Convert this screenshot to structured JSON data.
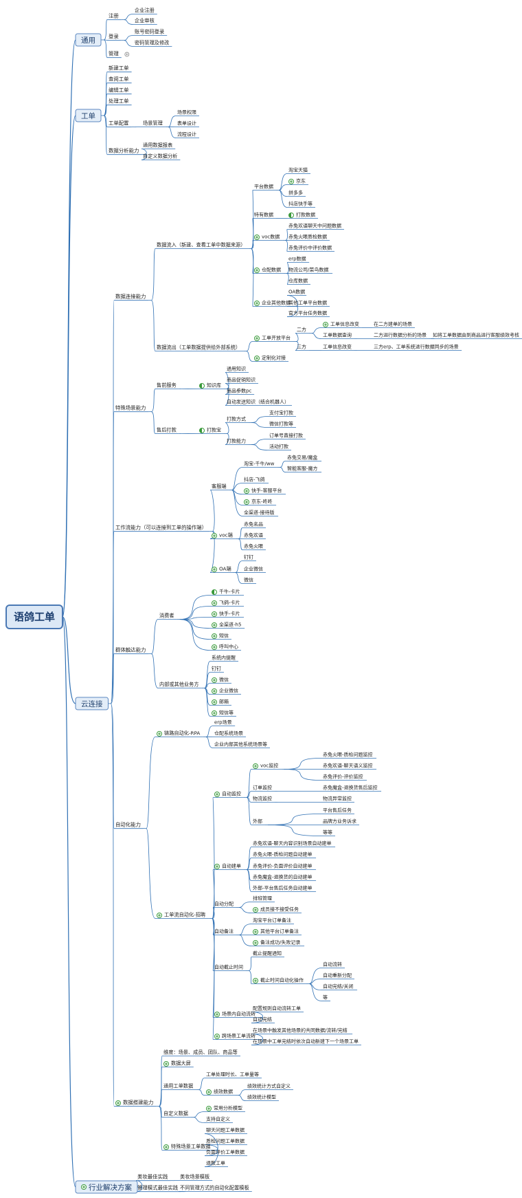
{
  "root": "语鸽工单",
  "branches": [
    {
      "label": "通用",
      "children": [
        {
          "label": "注册",
          "children": [
            {
              "label": "企业注册"
            },
            {
              "label": "企业审核"
            }
          ]
        },
        {
          "label": "登录",
          "children": [
            {
              "label": "账号密码登录"
            },
            {
              "label": "密码管理及修改"
            }
          ]
        },
        {
          "label": "管理",
          "collapsed": true
        }
      ]
    },
    {
      "label": "工单",
      "children": [
        {
          "label": "新建工单"
        },
        {
          "label": "查阅工单"
        },
        {
          "label": "编辑工单"
        },
        {
          "label": "处理工单"
        },
        {
          "label": "工单配置",
          "children": [
            {
              "label": "场景管理",
              "children": [
                {
                  "label": "场景权限"
                },
                {
                  "label": "表单设计"
                },
                {
                  "label": "流程设计"
                }
              ]
            }
          ]
        },
        {
          "label": "数据分析能力",
          "children": [
            {
              "label": "通用数据报表"
            },
            {
              "label": "自定义数据分析"
            }
          ]
        }
      ]
    },
    {
      "label": "云连接",
      "children": [
        {
          "label": "数据连接能力",
          "children": [
            {
              "label": "数据流入（新建、查看工单中数据来源）",
              "children": [
                {
                  "label": "平台数据",
                  "children": [
                    {
                      "label": "淘宝天猫"
                    },
                    {
                      "label": "京东",
                      "icon": "plus"
                    },
                    {
                      "label": "拼多多"
                    },
                    {
                      "label": "抖店快手等"
                    }
                  ]
                },
                {
                  "label": "特有数据",
                  "children": [
                    {
                      "label": "打款数据",
                      "icon": "half"
                    }
                  ]
                },
                {
                  "label": "voc数据",
                  "icon": "plus",
                  "children": [
                    {
                      "label": "赤兔欢语聊天中问题数据"
                    },
                    {
                      "label": "赤兔火眼质检数据"
                    },
                    {
                      "label": "赤兔评价中评价数据"
                    }
                  ]
                },
                {
                  "label": "仓配数据",
                  "icon": "plus",
                  "children": [
                    {
                      "label": "erp数据"
                    },
                    {
                      "label": "物流公司/菜鸟数据"
                    },
                    {
                      "label": "仓库数据"
                    }
                  ]
                },
                {
                  "label": "企业其他数据",
                  "icon": "plus",
                  "children": [
                    {
                      "label": "OA数据"
                    },
                    {
                      "label": "其他工单平台数据"
                    },
                    {
                      "label": "官方平台任务数据"
                    }
                  ]
                }
              ]
            },
            {
              "label": "数据流出（工单数据提供给外部系统）",
              "children": [
                {
                  "label": "工单开放平台",
                  "icon": "plus",
                  "children": [
                    {
                      "label": "二方",
                      "children": [
                        {
                          "label": "工单信息改变",
                          "icon": "plus",
                          "children": [
                            {
                              "label": "在二方建单的场景"
                            }
                          ]
                        },
                        {
                          "label": "工单数据查询",
                          "children": [
                            {
                              "label": "二方进行数据分析的场景",
                              "children": [
                                {
                                  "label": "如将工单数据由到商品进行客服绩效考核"
                                }
                              ]
                            }
                          ]
                        }
                      ]
                    },
                    {
                      "label": "三方",
                      "children": [
                        {
                          "label": "工单信息改变",
                          "children": [
                            {
                              "label": "三方erp、工单系统进行数据同步的场景"
                            }
                          ]
                        }
                      ]
                    }
                  ]
                },
                {
                  "label": "定制化对接",
                  "icon": "plus"
                }
              ]
            }
          ]
        },
        {
          "label": "特殊场景能力",
          "children": [
            {
              "label": "售前服务",
              "children": [
                {
                  "label": "知识库",
                  "icon": "half",
                  "children": [
                    {
                      "label": "通用知识"
                    },
                    {
                      "label": "商品促销知识"
                    },
                    {
                      "label": "商品参数pc"
                    },
                    {
                      "label": "自动发送知识（结合机器人）"
                    }
                  ]
                }
              ]
            },
            {
              "label": "售后打款",
              "children": [
                {
                  "label": "打款宝",
                  "icon": "half",
                  "children": [
                    {
                      "label": "打款方式",
                      "children": [
                        {
                          "label": "支付宝打款"
                        },
                        {
                          "label": "微信打款等"
                        }
                      ]
                    },
                    {
                      "label": "打款能力",
                      "children": [
                        {
                          "label": "订单号直接打款"
                        },
                        {
                          "label": "活动打款"
                        }
                      ]
                    }
                  ]
                }
              ]
            }
          ]
        },
        {
          "label": "工作流能力（可以连接到工单的操作端）",
          "children": [
            {
              "label": "客服端",
              "children": [
                {
                  "label": "淘宝-千牛/ww",
                  "children": [
                    {
                      "label": "赤兔交易/魔盒"
                    },
                    {
                      "label": "智能客服-魔方"
                    }
                  ]
                },
                {
                  "label": "抖店-飞鸽"
                },
                {
                  "label": "快手-客服平台",
                  "icon": "plus"
                },
                {
                  "label": "京东-咚咚",
                  "icon": "plus"
                },
                {
                  "label": "全渠道-接待版"
                }
              ]
            },
            {
              "label": "voc端",
              "icon": "plus",
              "children": [
                {
                  "label": "赤兔名品"
                },
                {
                  "label": "赤兔欢语"
                },
                {
                  "label": "赤兔火眼"
                }
              ]
            },
            {
              "label": "OA端",
              "icon": "plus",
              "children": [
                {
                  "label": "钉钉"
                },
                {
                  "label": "企业微信"
                },
                {
                  "label": "微信"
                }
              ]
            }
          ]
        },
        {
          "label": "群体触达能力",
          "children": [
            {
              "label": "消费者",
              "children": [
                {
                  "label": "千牛-卡片",
                  "icon": "half"
                },
                {
                  "label": "飞鸽-卡片",
                  "icon": "plus"
                },
                {
                  "label": "快手-卡片",
                  "icon": "plus"
                },
                {
                  "label": "全渠道-h5",
                  "icon": "plus"
                },
                {
                  "label": "短信",
                  "icon": "plus"
                },
                {
                  "label": "呼叫中心",
                  "icon": "plus"
                }
              ]
            },
            {
              "label": "内部或其他业务方",
              "children": [
                {
                  "label": "系统内提醒"
                },
                {
                  "label": "钉钉"
                },
                {
                  "label": "微信",
                  "icon": "plus"
                },
                {
                  "label": "企业微信",
                  "icon": "plus"
                },
                {
                  "label": "邮箱",
                  "icon": "plus"
                },
                {
                  "label": "短信等",
                  "icon": "plus"
                }
              ]
            }
          ]
        },
        {
          "label": "自动化能力",
          "children": [
            {
              "label": "链路自动化-RPA",
              "icon": "plus",
              "children": [
                {
                  "label": "erp场景"
                },
                {
                  "label": "仓配系统场景"
                },
                {
                  "label": "企业内部其他系统场景等"
                }
              ]
            },
            {
              "label": "工单流自动化-招聘",
              "icon": "plus",
              "children": [
                {
                  "label": "自动监控",
                  "icon": "plus",
                  "children": [
                    {
                      "label": "voc监控",
                      "icon": "plus",
                      "children": [
                        {
                          "label": "赤兔火眼-质检问题监控"
                        },
                        {
                          "label": "赤兔欢语-聊天语义监控"
                        },
                        {
                          "label": "赤兔评价-评价监控"
                        }
                      ]
                    },
                    {
                      "label": "订单监控",
                      "children": [
                        {
                          "label": "赤兔魔盒-退换货售后监控"
                        }
                      ]
                    },
                    {
                      "label": "物流监控",
                      "children": [
                        {
                          "label": "物流异常监控"
                        }
                      ]
                    },
                    {
                      "label": "外部",
                      "children": [
                        {
                          "label": "平台售后任务"
                        },
                        {
                          "label": "品牌方业务诉求"
                        },
                        {
                          "label": "等等"
                        }
                      ]
                    }
                  ]
                },
                {
                  "label": "自动建单",
                  "icon": "plus",
                  "children": [
                    {
                      "label": "赤兔欢语-聊天内容识别场景自动建单"
                    },
                    {
                      "label": "赤兔火眼-质检问题自动建单"
                    },
                    {
                      "label": "赤兔评价-负面评价自动建单"
                    },
                    {
                      "label": "赤兔魔盒-退换货的自动建单"
                    },
                    {
                      "label": "外部-平台售后任务自动建单"
                    }
                  ]
                },
                {
                  "label": "自动分配",
                  "children": [
                    {
                      "label": "排班管理"
                    },
                    {
                      "label": "成员接不接受任务",
                      "icon": "plus"
                    }
                  ]
                },
                {
                  "label": "自动备注",
                  "children": [
                    {
                      "label": "淘宝平台订单备注"
                    },
                    {
                      "label": "其他平台订单备注",
                      "icon": "plus"
                    },
                    {
                      "label": "备注成功/失败记录",
                      "icon": "plus"
                    }
                  ]
                },
                {
                  "label": "自动截止时间",
                  "children": [
                    {
                      "label": "截止提醒通知"
                    },
                    {
                      "label": "截止时间自动化操作",
                      "icon": "plus",
                      "children": [
                        {
                          "label": "自动流转"
                        },
                        {
                          "label": "自动重新分配"
                        },
                        {
                          "label": "自动完结/关闭"
                        },
                        {
                          "label": "等"
                        }
                      ]
                    }
                  ]
                },
                {
                  "label": "场景内自动流转",
                  "icon": "plus",
                  "children": [
                    {
                      "label": "配置规则自动流转工单"
                    },
                    {
                      "label": "自动完结"
                    }
                  ]
                },
                {
                  "label": "跨场景工单流转",
                  "icon": "plus",
                  "children": [
                    {
                      "label": "在场景中触发其他场景的共同数据/流转/完结"
                    },
                    {
                      "label": "在场景中工单完结时依次自动新建下一个场景工单"
                    }
                  ]
                }
              ]
            }
          ]
        },
        {
          "label": "数据搭建能力",
          "icon": "plus",
          "children": [
            {
              "label": "维度：场景、成员、团队、商品等"
            },
            {
              "label": "数据大屏",
              "icon": "plus"
            },
            {
              "label": "通用工单数据",
              "children": [
                {
                  "label": "工单处理时长、工单量等"
                },
                {
                  "label": "绩效数据",
                  "icon": "plus",
                  "children": [
                    {
                      "label": "绩效统计方式自定义"
                    },
                    {
                      "label": "绩效统计模型"
                    }
                  ]
                }
              ]
            },
            {
              "label": "自定义数据",
              "children": [
                {
                  "label": "常用分析模型",
                  "icon": "plus"
                },
                {
                  "label": "支持自定义"
                }
              ]
            },
            {
              "label": "特殊场景工单数据",
              "icon": "plus",
              "children": [
                {
                  "label": "聊天问题工单数据"
                },
                {
                  "label": "质检问题工单数据"
                },
                {
                  "label": "负面评价工单数据"
                },
                {
                  "label": "退款工单"
                }
              ]
            }
          ]
        }
      ]
    },
    {
      "label": "行业解决方案",
      "icon": "plus",
      "children": [
        {
          "label": "美妆最佳实践",
          "children": [
            {
              "label": "美妆场景模板"
            }
          ]
        },
        {
          "label": "管理模式最佳实践",
          "children": [
            {
              "label": "不同管理方式的自动化配置模板"
            }
          ]
        }
      ]
    }
  ]
}
